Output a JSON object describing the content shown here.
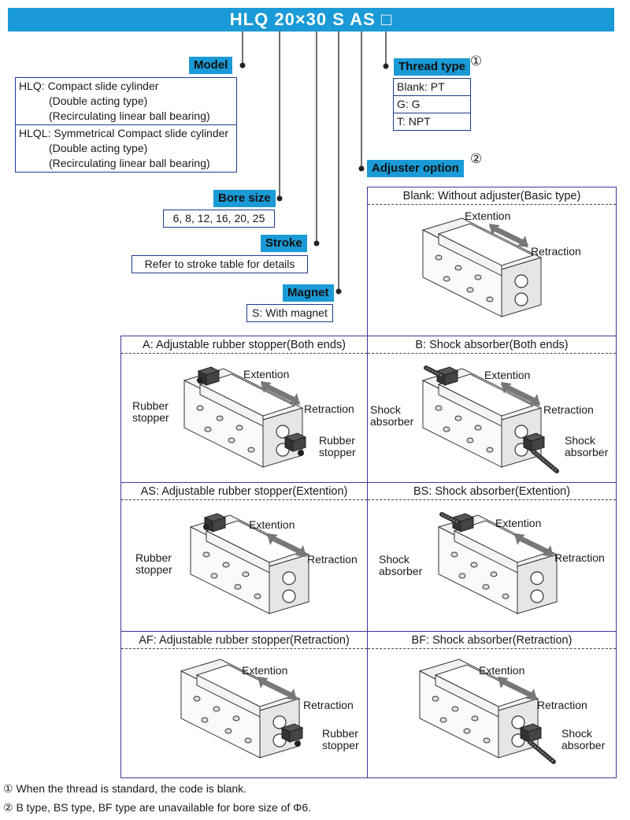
{
  "header": {
    "code": "HLQ  20×30 S AS □"
  },
  "model": {
    "label": "Model",
    "options": [
      {
        "l1": "HLQ: Compact slide cylinder",
        "l2": "(Double acting type)",
        "l3": "(Recirculating linear ball bearing)"
      },
      {
        "l1": "HLQL: Symmetrical Compact slide cylinder",
        "l2": "(Double acting type)",
        "l3": "(Recirculating linear ball bearing)"
      }
    ]
  },
  "bore": {
    "label": "Bore size",
    "values": "6, 8, 12, 16, 20, 25"
  },
  "stroke": {
    "label": "Stroke",
    "text": "Refer to stroke table for details"
  },
  "magnet": {
    "label": "Magnet",
    "text": "S: With magnet"
  },
  "thread": {
    "label": "Thread type",
    "mark": "①",
    "options": [
      "Blank: PT",
      "G: G",
      "T: NPT"
    ]
  },
  "adjuster": {
    "label": "Adjuster option",
    "mark": "②"
  },
  "panels": [
    {
      "title": "Blank: Without adjuster(Basic type)",
      "ext": "Extention",
      "ret": "Retraction"
    },
    {
      "title": "A: Adjustable rubber stopper(Both ends)",
      "ext": "Extention",
      "ret": "Retraction",
      "left": [
        "Rubber",
        "stopper"
      ],
      "right": [
        "Rubber",
        "stopper"
      ]
    },
    {
      "title": "B: Shock absorber(Both ends)",
      "ext": "Extention",
      "ret": "Retraction",
      "left": [
        "Shock",
        "absorber"
      ],
      "right": [
        "Shock",
        "absorber"
      ]
    },
    {
      "title": "AS: Adjustable rubber stopper(Extention)",
      "ext": "Extention",
      "ret": "Retraction",
      "left": [
        "Rubber",
        "stopper"
      ]
    },
    {
      "title": "BS: Shock absorber(Extention)",
      "ext": "Extention",
      "ret": "Retraction",
      "left": [
        "Shock",
        "absorber"
      ]
    },
    {
      "title": "AF: Adjustable rubber stopper(Retraction)",
      "ext": "Extention",
      "ret": "Retraction",
      "right": [
        "Rubber",
        "stopper"
      ]
    },
    {
      "title": "BF: Shock absorber(Retraction)",
      "ext": "Extention",
      "ret": "Retraction",
      "right": [
        "Shock",
        "absorber"
      ]
    }
  ],
  "notes": [
    "① When the thread is standard, the code is blank.",
    "② B type, BS type, BF type are unavailable for bore size of Φ6."
  ],
  "colors": {
    "accent": "#1a9ad6",
    "frame": "#3a3a9a",
    "arrow": "#777777"
  }
}
